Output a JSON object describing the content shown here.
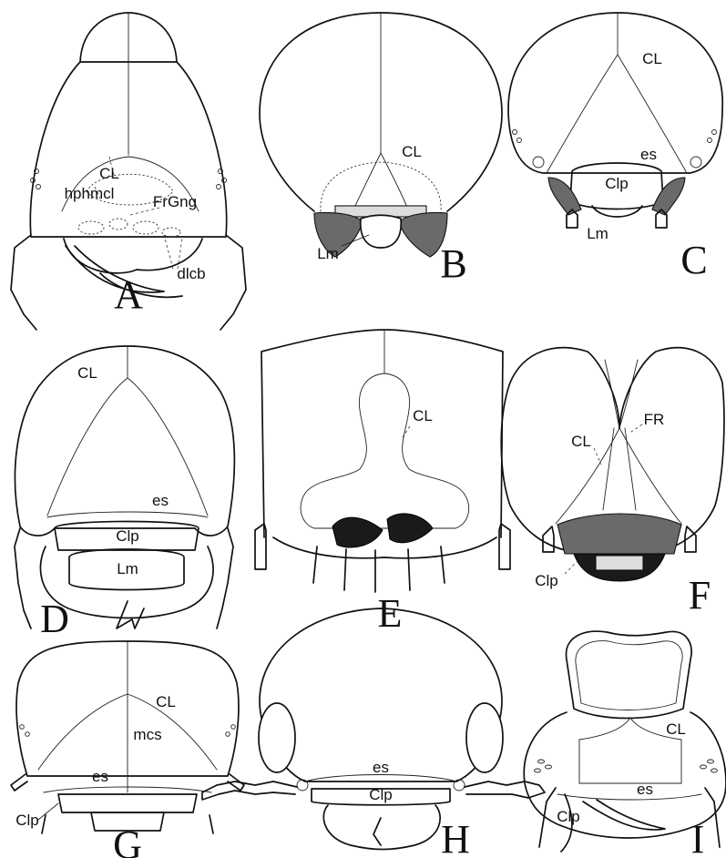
{
  "panels": [
    {
      "letter": "A",
      "labels": [
        "CL",
        "hphmcl",
        "FrGng",
        "dlcb"
      ]
    },
    {
      "letter": "B",
      "labels": [
        "CL",
        "Lm"
      ]
    },
    {
      "letter": "C",
      "labels": [
        "CL",
        "es",
        "Clp",
        "Lm"
      ]
    },
    {
      "letter": "D",
      "labels": [
        "CL",
        "es",
        "Clp",
        "Lm"
      ]
    },
    {
      "letter": "E",
      "labels": [
        "CL"
      ]
    },
    {
      "letter": "F",
      "labels": [
        "CL",
        "FR",
        "Clp"
      ]
    },
    {
      "letter": "G",
      "labels": [
        "CL",
        "mcs",
        "es",
        "Clp"
      ]
    },
    {
      "letter": "H",
      "labels": [
        "es",
        "Clp"
      ]
    },
    {
      "letter": "I",
      "labels": [
        "CL",
        "es",
        "Clp"
      ]
    }
  ]
}
